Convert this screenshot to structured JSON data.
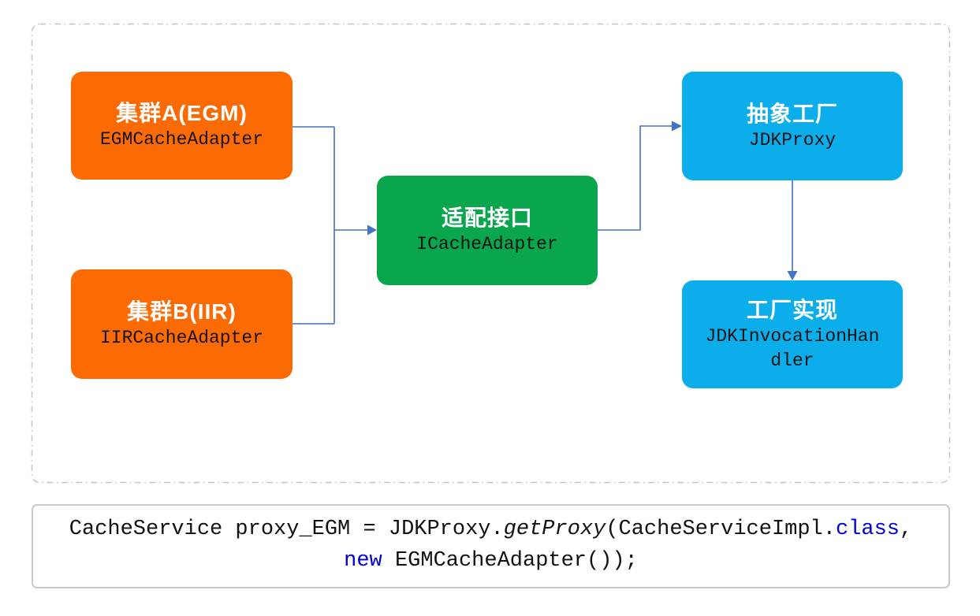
{
  "diagram": {
    "nodes": {
      "cluster_a": {
        "title": "集群A(EGM)",
        "subtitle": "EGMCacheAdapter"
      },
      "cluster_b": {
        "title": "集群B(IIR)",
        "subtitle": "IIRCacheAdapter"
      },
      "adapter_interface": {
        "title": "适配接口",
        "subtitle": "ICacheAdapter"
      },
      "abstract_factory": {
        "title": "抽象工厂",
        "subtitle": "JDKProxy"
      },
      "factory_impl": {
        "title": "工厂实现",
        "subtitle": "JDKInvocationHandler"
      }
    },
    "colors": {
      "cluster_box": "#fb6a03",
      "interface_box": "#0aa64e",
      "factory_box": "#0badea",
      "connector": "#4472c4",
      "panel_border": "#c4c4c4",
      "title_text": "#ffffff",
      "subtitle_text": "#151515"
    }
  },
  "code": {
    "seg1": "CacheService proxy_EGM = JDKProxy.",
    "seg2": "getProxy",
    "seg3": "(CacheServiceImpl.",
    "seg4": "class",
    "seg5": ",",
    "seg6": "new",
    "seg7": " EGMCacheAdapter());",
    "keyword_color": "#0101cd",
    "text_color": "#111111"
  }
}
